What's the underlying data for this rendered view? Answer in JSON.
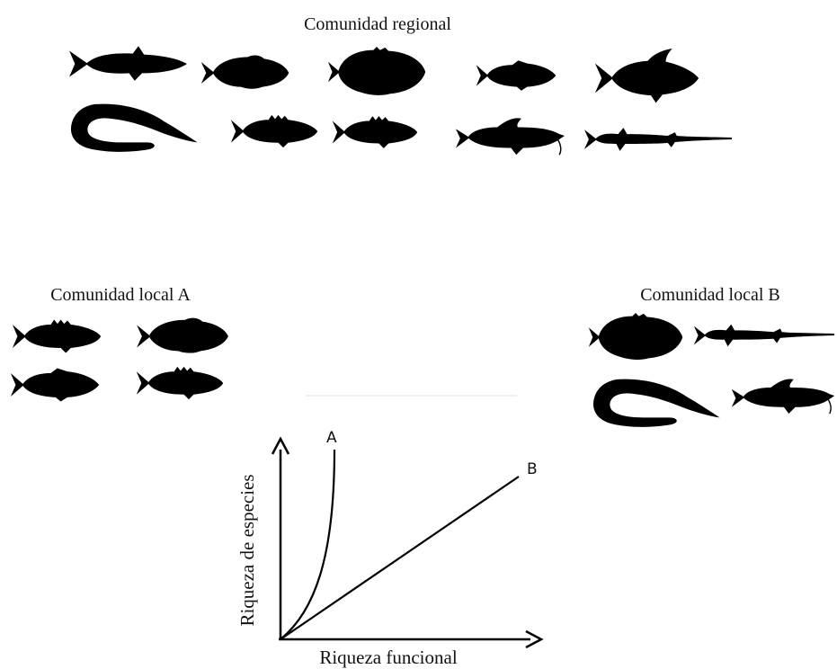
{
  "regional": {
    "title": "Comunidad regional",
    "fish": [
      "minnow",
      "sunfish",
      "sculpin",
      "bass",
      "carp",
      "eel",
      "perch",
      "perch",
      "catfish",
      "gar"
    ]
  },
  "local_a": {
    "title": "Comunidad local A",
    "fish": [
      "perch",
      "sunfish",
      "bass",
      "perch"
    ]
  },
  "local_b": {
    "title": "Comunidad local B",
    "fish": [
      "sculpin",
      "gar",
      "eel",
      "catfish"
    ]
  },
  "graph": {
    "ylabel": "Riqueza de especies",
    "xlabel": "Riqueza funcional",
    "curves": [
      {
        "name": "A",
        "shape": "exponential"
      },
      {
        "name": "B",
        "shape": "linear"
      }
    ]
  },
  "colors": {
    "silhouette": "#000000",
    "text": "#111111"
  }
}
